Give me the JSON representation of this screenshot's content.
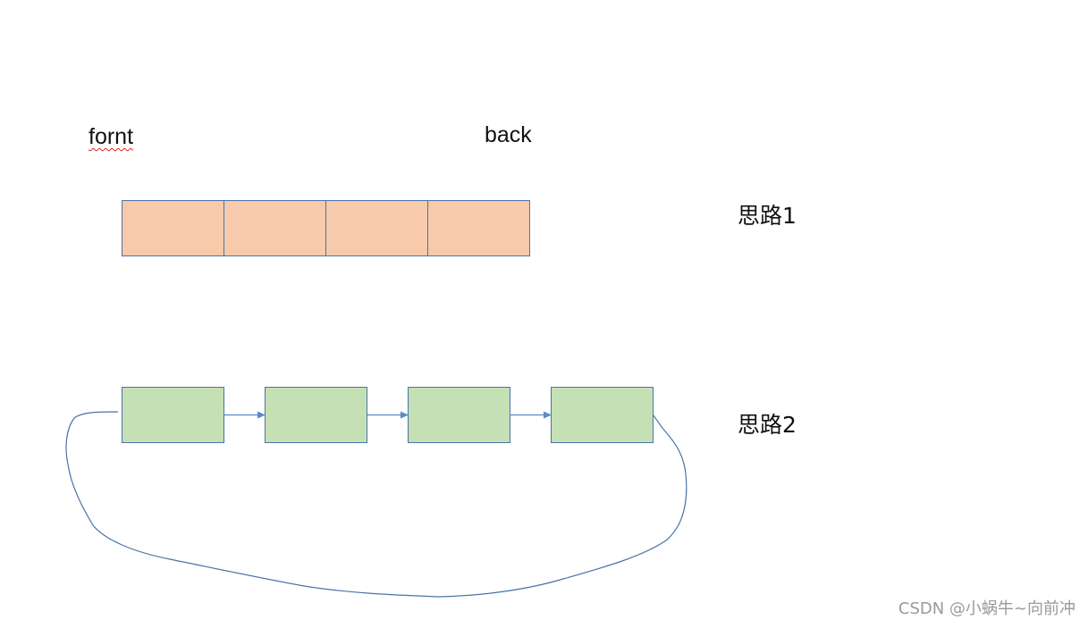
{
  "labels": {
    "front": "fornt",
    "back": "back",
    "idea1": "思路1",
    "idea2": "思路2"
  },
  "watermark": "CSDN @小蜗牛~向前冲",
  "colors": {
    "array_cell_fill": "#f7caac",
    "node_fill": "#c5e0b4",
    "stroke": "#4a73a8",
    "arrow": "#5b8ac6"
  },
  "array_cells": 4,
  "linked_nodes": 4
}
